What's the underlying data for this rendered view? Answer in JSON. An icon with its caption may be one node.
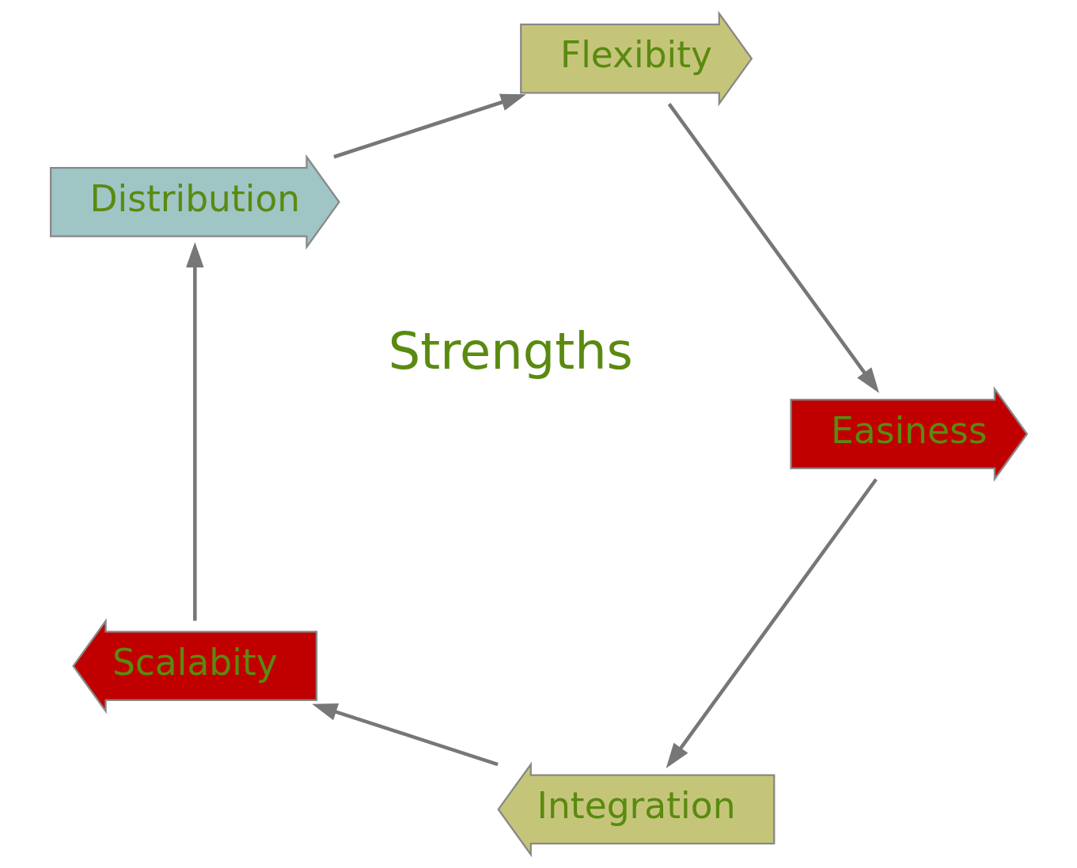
{
  "diagram": {
    "nodes": [
      {
        "text": [
          "Integration"
        ]
      },
      {
        "text": [
          "Scalabity"
        ]
      },
      {
        "text": [
          "Easiness"
        ]
      },
      {
        "text": [
          "Distribution"
        ]
      },
      {
        "text": [
          "Flexibity"
        ]
      }
    ],
    "edges": [
      {
        "from": 0,
        "to": 1,
        "arrow": "to"
      },
      {
        "from": 1,
        "to": 3,
        "arrow": "to"
      },
      {
        "from": 3,
        "to": 4,
        "arrow": "to"
      },
      {
        "from": 4,
        "to": 2,
        "arrow": "to"
      },
      {
        "from": 2,
        "to": 0,
        "arrow": "to"
      }
    ],
    "labels": [
      "Strengths"
    ]
  }
}
